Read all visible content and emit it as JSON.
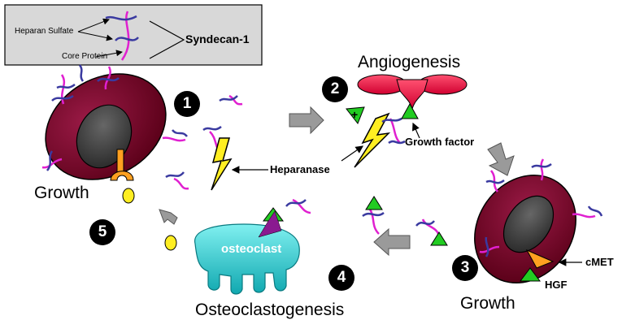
{
  "legend": {
    "heparan_sulfate": "Heparan Sulfate",
    "core_protein": "Core Protein",
    "syndecan": "Syndecan-1"
  },
  "labels": {
    "angiogenesis": "Angiogenesis",
    "growth_factor": "Growth factor",
    "heparanase": "Heparanase",
    "growth_left": "Growth",
    "growth_right": "Growth",
    "osteoclast": "osteoclast",
    "osteoclastogenesis": "Osteoclastogenesis",
    "cmet": "cMET",
    "hgf": "HGF"
  },
  "steps": [
    "1",
    "2",
    "3",
    "4",
    "5"
  ],
  "colors": {
    "cell_fill": "#7a0a2e",
    "nucleus": "#3c3c3c",
    "heparan_sulfate": "#3a3aa0",
    "core_protein": "#e020d0",
    "growth_factor": "#22cc22",
    "heparanase": "#ffee22",
    "angio": "#e8104a",
    "osteoclast": "#20d0d0",
    "cmet": "#ffa020",
    "arrow_gray": "#9a9a9a"
  }
}
